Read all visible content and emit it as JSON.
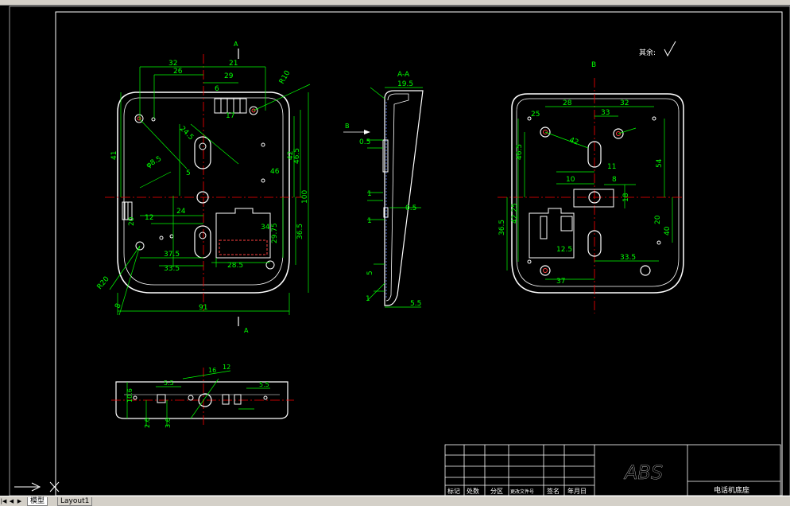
{
  "drawing": {
    "section_label_a_top": "A",
    "section_label_a_bottom": "A",
    "section_view_title": "A-A",
    "view_b_label": "B",
    "arrow_b_label": "B",
    "roughness_note": "其余:",
    "material": "ABS",
    "part_name": "电话机底座"
  },
  "title_block": {
    "headers": [
      "标记",
      "处数",
      "分区",
      "更改文件号",
      "签名",
      "年月日"
    ]
  },
  "front_view_dims": {
    "d32": "32",
    "d21": "21",
    "d26": "26",
    "d29": "29",
    "d6": "6",
    "r10": "R10",
    "d41": "41",
    "d46_5": "46.5",
    "d42": "42",
    "d46": "46",
    "d100": "100",
    "d8": "8",
    "d37_5": "37.5",
    "d33_5": "33.5",
    "d91": "91",
    "d24_5": "24.5",
    "phi8_5": "φ8.5",
    "d17": "17",
    "d12": "12",
    "d34": "34",
    "d20": "20",
    "d29_75": "29.75",
    "d36_5": "36.5",
    "d28_5": "28.5",
    "d24": "24",
    "r20": "R20",
    "d5": "5"
  },
  "section_dims": {
    "d19_5": "19.5",
    "d0_5": "0.5",
    "d1": "1",
    "d0_5b": "0.5",
    "d1b": "1",
    "d5": "5",
    "d5_5": "5.5",
    "d1c": "1"
  },
  "back_view_dims": {
    "d28": "28",
    "d32": "32",
    "d33": "33",
    "d25": "25",
    "d42": "42",
    "d46_5": "46.5",
    "d54": "54",
    "d36_5": "36.5",
    "d37": "37",
    "d33_5": "33.5",
    "d42_25": "42.25",
    "d40": "40",
    "d20": "20",
    "d18": "18",
    "d10": "10",
    "d11": "11",
    "d8": "8",
    "d12_5": "12.5"
  },
  "bottom_view_dims": {
    "d10_6": "10.6",
    "d2_6": "2.6",
    "d3_6": "3.6",
    "d5_5": "5.5",
    "d5_5b": "5.5",
    "d16": "16",
    "d12": "12"
  },
  "tabs": [
    "模型",
    "Layout1"
  ],
  "colors": {
    "outline": "#ffffff",
    "dimension": "#00ff00",
    "center": "#ff0000",
    "hidden": "#ff4040"
  }
}
